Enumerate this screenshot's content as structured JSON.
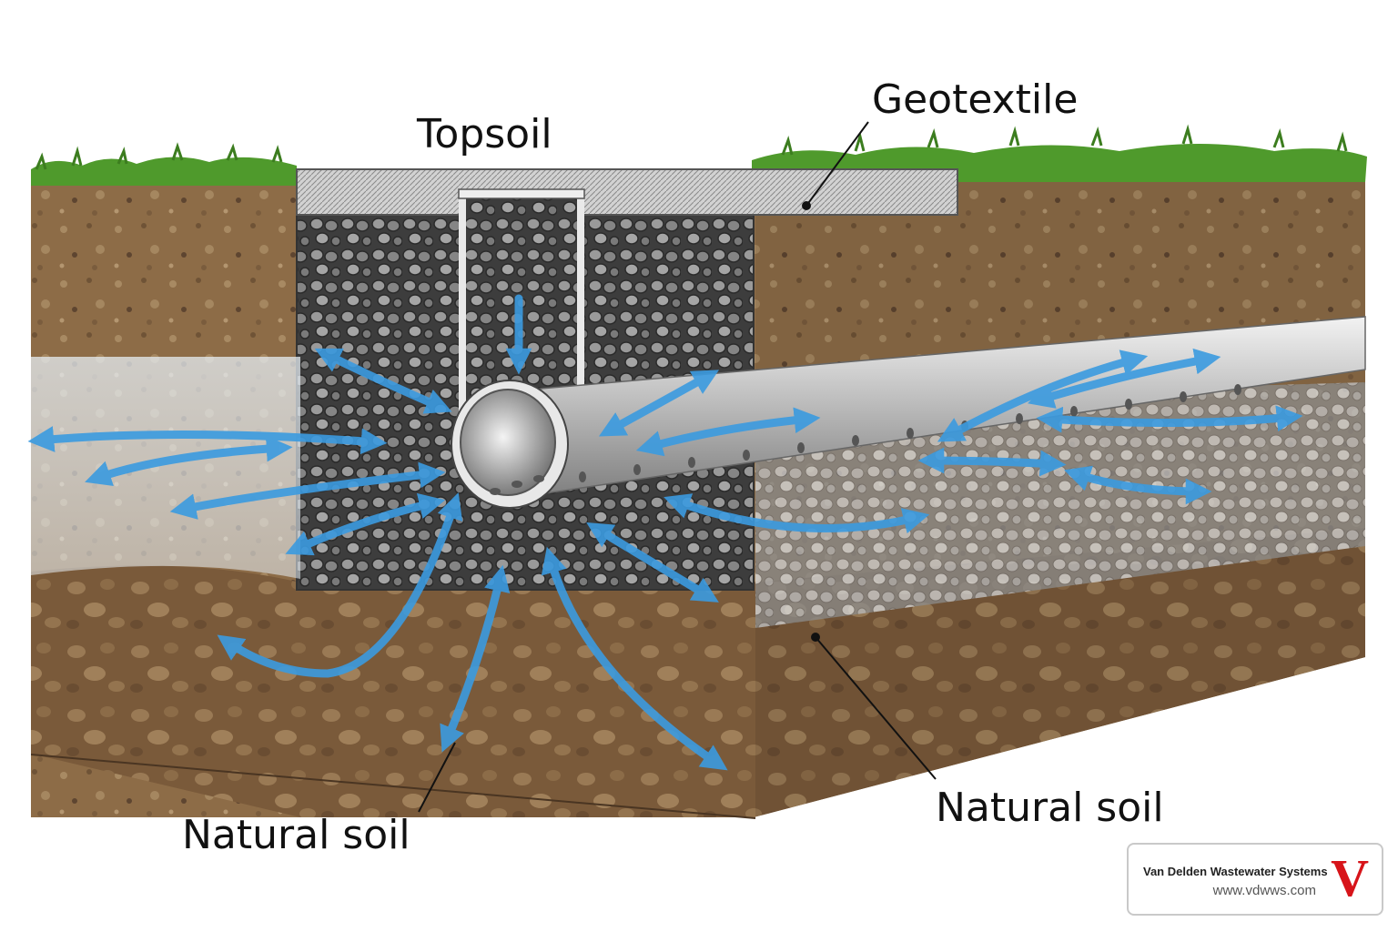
{
  "labels": {
    "topsoil": "Topsoil",
    "geotextile": "Geotextile",
    "natural_soil_left": "Natural soil",
    "natural_soil_right": "Natural soil"
  },
  "brand": {
    "name": "Van Delden Wastewater Systems",
    "url": "www.vdwws.com",
    "logo_letter": "V",
    "logo_color": "#d7141a"
  },
  "colors": {
    "grass": "#4f9a2c",
    "soil": "#8a6a45",
    "soil_dark": "#6e5234",
    "gravel": "#6d6d6d",
    "pipe": "#c8c8c8",
    "water_arrows": "#3b9be0",
    "geotextile": "#c4c4c4"
  }
}
